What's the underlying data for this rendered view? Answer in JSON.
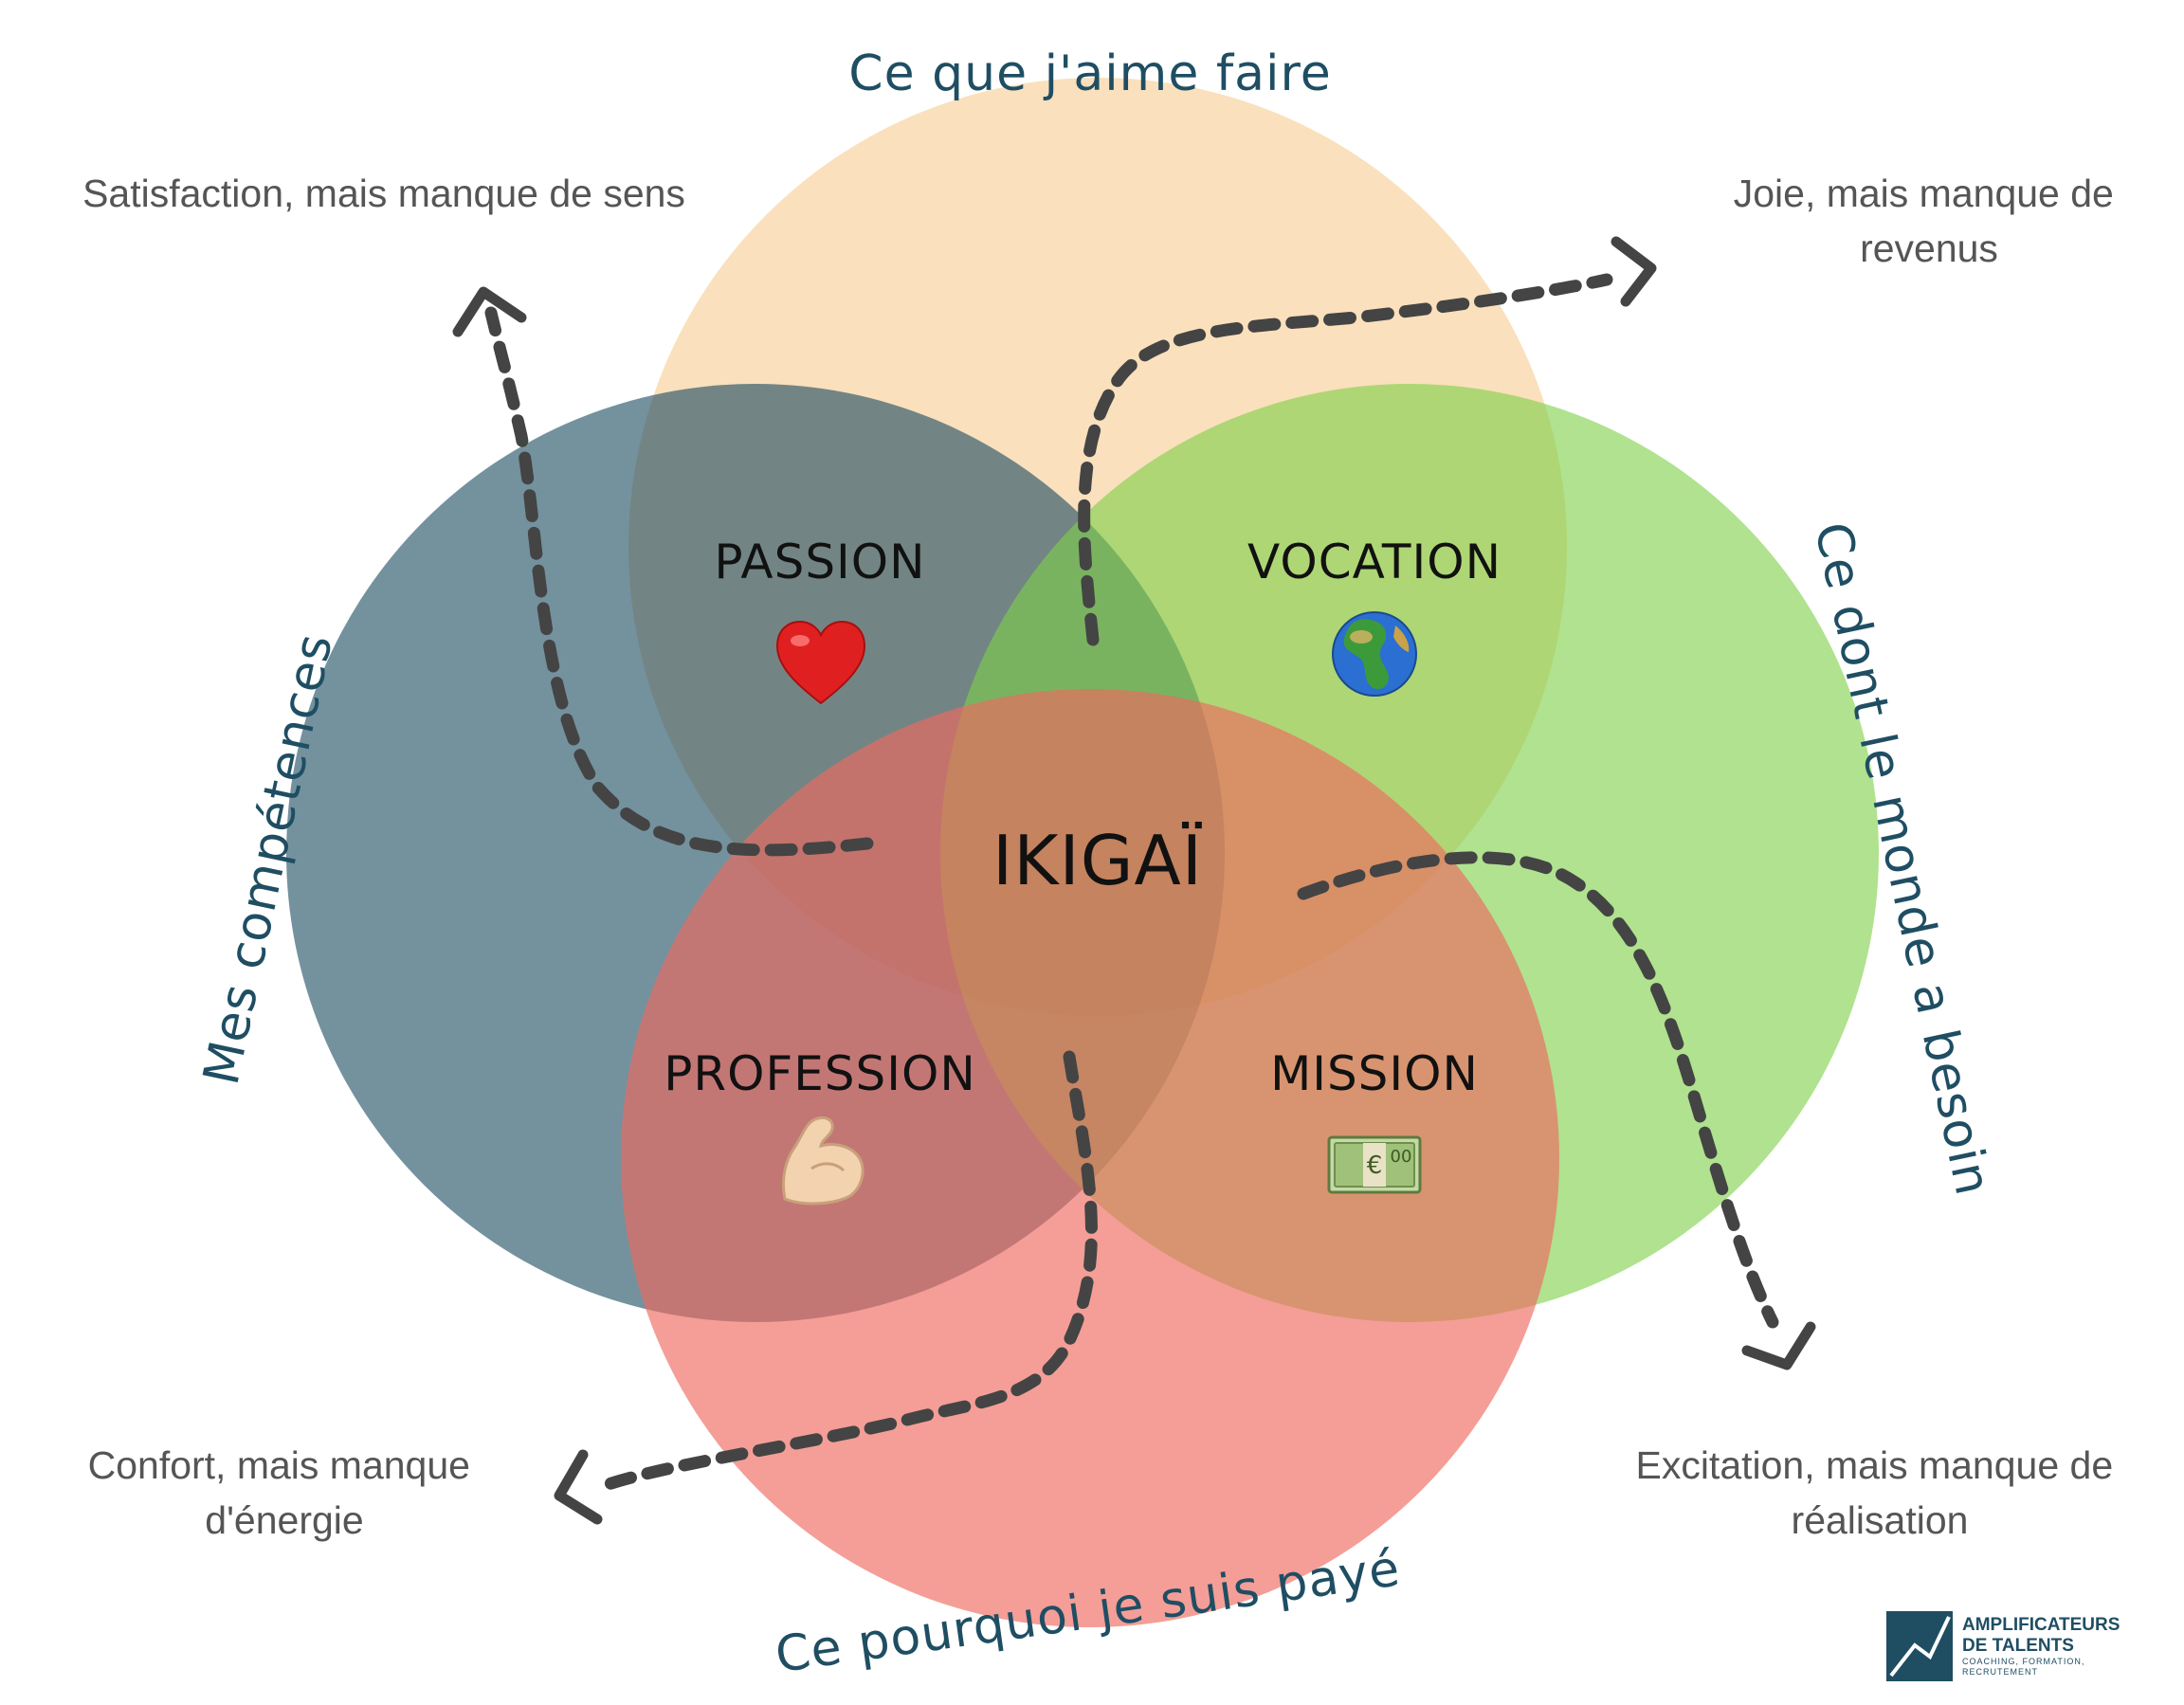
{
  "circles": {
    "top": {
      "label": "Ce que j'aime faire",
      "color": "#f5c27a"
    },
    "left": {
      "label": "Mes compétences",
      "color": "#1f4e63"
    },
    "right": {
      "label": "Ce dont le monde a besoin",
      "color": "#7fd04a"
    },
    "bottom": {
      "label": "Ce pourquoi je suis payé",
      "color": "#ee6a5f"
    }
  },
  "regions": {
    "passion": {
      "label": "PASSION",
      "icon": "heart-icon"
    },
    "vocation": {
      "label": "VOCATION",
      "icon": "globe-icon"
    },
    "profession": {
      "label": "PROFESSION",
      "icon": "flexed-biceps-icon"
    },
    "mission": {
      "label": "MISSION",
      "icon": "banknote-icon"
    }
  },
  "center": {
    "label": "IKIGAÏ"
  },
  "notes": {
    "top_left": [
      "Satisfaction, mais manque de sens"
    ],
    "top_right": [
      "Joie, mais manque de",
      "revenus"
    ],
    "bottom_left": [
      "Confort, mais manque",
      "d'énergie"
    ],
    "bottom_right": [
      "Excitation, mais manque de",
      "réalisation"
    ]
  },
  "logo": {
    "line1": "AMPLIFICATEURS",
    "line2": "DE TALENTS",
    "tagline1": "COACHING, FORMATION,",
    "tagline2": "RECRUTEMENT",
    "color": "#1f4e63"
  }
}
